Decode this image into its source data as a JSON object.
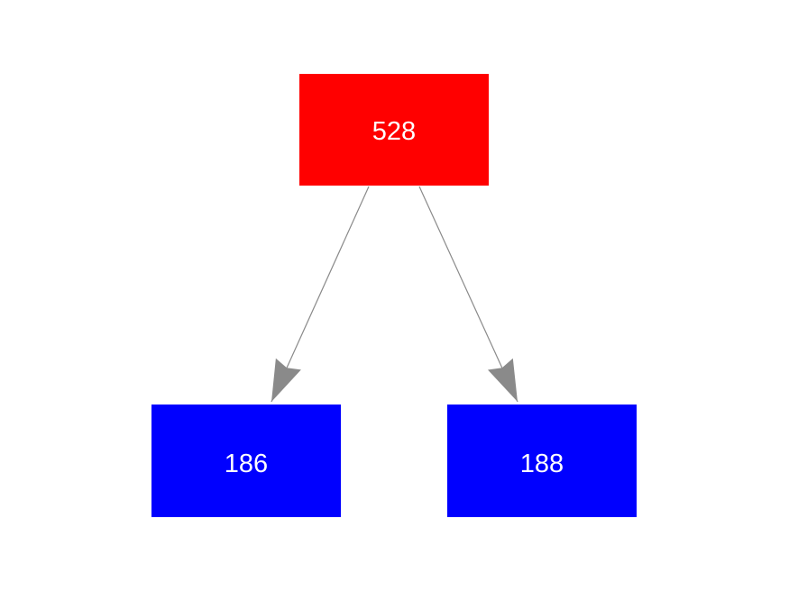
{
  "graph": {
    "background_color": "#ffffff",
    "edge_color": "#8a8a8a",
    "node_text_color": "#ffffff",
    "nodes": [
      {
        "id": "root",
        "label": "528",
        "fill": "#ff0000",
        "role": "root node"
      },
      {
        "id": "child-left",
        "label": "186",
        "fill": "#0000ff",
        "role": "left child node"
      },
      {
        "id": "child-right",
        "label": "188",
        "fill": "#0000ff",
        "role": "right child node"
      }
    ],
    "edges": [
      {
        "from": "528",
        "to": "186",
        "arrow": "to"
      },
      {
        "from": "528",
        "to": "188",
        "arrow": "to"
      }
    ]
  }
}
